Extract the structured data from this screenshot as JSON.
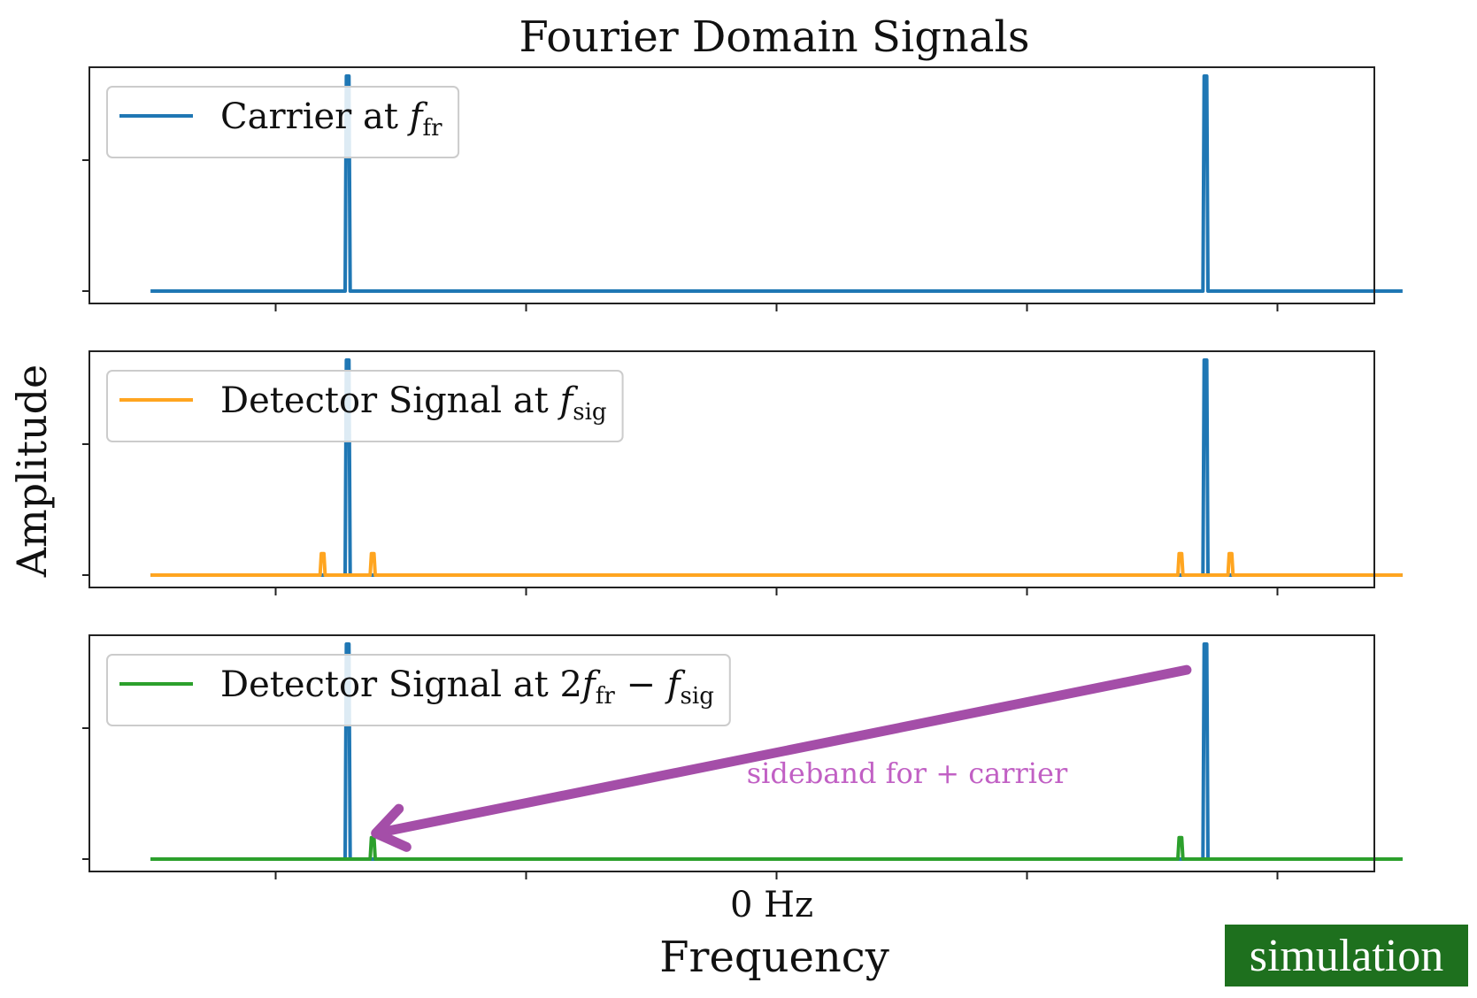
{
  "figure": {
    "title": "Fourier Domain Signals",
    "ylabel": "Amplitude",
    "xlabel": "Frequency",
    "xtick_label": "0 Hz",
    "annotation": "sideband for + carrier",
    "badge": "simulation"
  },
  "colors": {
    "carrier": "#1f77b4",
    "detector": "#ffa520",
    "conjugate": "#2ca02c",
    "annotation": "#a44ea8",
    "badge": "#1e701e"
  },
  "chart_data": [
    {
      "type": "line",
      "panel": 1,
      "legend_placement": "top-left",
      "grid": false,
      "xlim": [
        -1.0,
        1.0
      ],
      "ylim": [
        0,
        1.0
      ],
      "x_ticks": [
        -0.8,
        -0.4,
        0.0,
        0.4,
        0.8
      ],
      "series": [
        {
          "name": "Carrier at f_fr",
          "legend": {
            "base": "Carrier at ",
            "var": "f",
            "sub": "fr"
          },
          "color_key": "carrier",
          "baseline": 0.0,
          "peaks": [
            [
              -0.685,
              1.0
            ],
            [
              0.685,
              1.0
            ]
          ]
        }
      ]
    },
    {
      "type": "line",
      "panel": 2,
      "legend_placement": "top-left",
      "grid": false,
      "xlim": [
        -1.0,
        1.0
      ],
      "ylim": [
        0,
        1.0
      ],
      "x_ticks": [
        -0.8,
        -0.4,
        0.0,
        0.4,
        0.8
      ],
      "series": [
        {
          "name": "",
          "color_key": "carrier",
          "baseline": 0.0,
          "peaks": [
            [
              -0.685,
              1.0
            ],
            [
              0.685,
              1.0
            ]
          ]
        },
        {
          "name": "Detector Signal at f_sig",
          "legend": {
            "base": "Detector Signal at ",
            "var": "f",
            "sub": "sig"
          },
          "color_key": "detector",
          "baseline": 0.0,
          "peaks": [
            [
              -0.725,
              0.1
            ],
            [
              -0.645,
              0.1
            ],
            [
              0.645,
              0.1
            ],
            [
              0.725,
              0.1
            ]
          ]
        }
      ]
    },
    {
      "type": "line",
      "panel": 3,
      "legend_placement": "top-left",
      "grid": false,
      "xlim": [
        -1.0,
        1.0
      ],
      "ylim": [
        0,
        1.0
      ],
      "x_ticks": [
        -0.8,
        -0.4,
        0.0,
        0.4,
        0.8
      ],
      "series": [
        {
          "name": "",
          "color_key": "carrier",
          "baseline": 0.0,
          "peaks": [
            [
              -0.685,
              1.0
            ],
            [
              0.685,
              1.0
            ]
          ]
        },
        {
          "name": "Detector Signal at 2f_fr - f_sig",
          "legend": {
            "base": "Detector Signal at 2",
            "var": "f",
            "sub": "fr",
            "op": " − ",
            "var2": "f",
            "sub2": "sig"
          },
          "color_key": "conjugate",
          "baseline": 0.0,
          "peaks": [
            [
              -0.645,
              0.1
            ],
            [
              0.645,
              0.1
            ]
          ]
        }
      ],
      "arrow": {
        "from": [
          0.655,
          0.88
        ],
        "to": [
          -0.64,
          0.12
        ]
      }
    }
  ]
}
